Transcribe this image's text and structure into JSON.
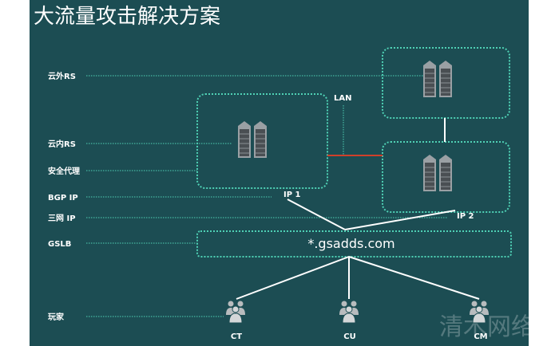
{
  "title": "大流量攻击解决方案",
  "rows": [
    "云外RS",
    "云内RS",
    "安全代理",
    "BGP IP",
    "三网 IP",
    "GSLB",
    "玩家"
  ],
  "lan_label": "LAN",
  "ip1_label": "IP 1",
  "ip2_label": "IP 2",
  "gslb_domain": "*.gsadds.com",
  "users": [
    "CT",
    "CU",
    "CM"
  ],
  "watermark": "清木网络",
  "colors": {
    "background": "#1c4d53",
    "dotted": "#4fd1b5",
    "link": "#d0402a"
  }
}
